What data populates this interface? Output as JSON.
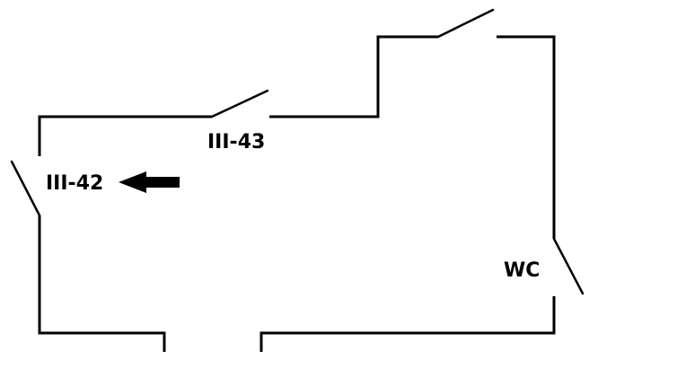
{
  "rooms": {
    "current": "III-42",
    "neighbor": "III-43",
    "restroom": "WC"
  },
  "indicator": {
    "arrow_direction": "left",
    "points_to": "III-42"
  },
  "colors": {
    "walls": "#000000",
    "background": "#ffffff"
  }
}
